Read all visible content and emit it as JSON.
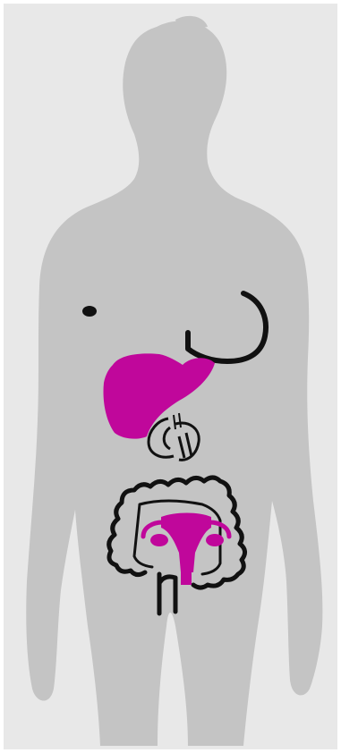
{
  "colors": {
    "background": "#e8e8e8",
    "silhouette": "#c4c4c4",
    "highlight": "#c0079b",
    "outline": "#111111"
  },
  "figure": {
    "subject": "female-body-silhouette",
    "highlighted_organs": [
      "liver",
      "uterus",
      "ovaries"
    ],
    "outlined_organs": [
      "breast",
      "stomach",
      "colon"
    ]
  }
}
